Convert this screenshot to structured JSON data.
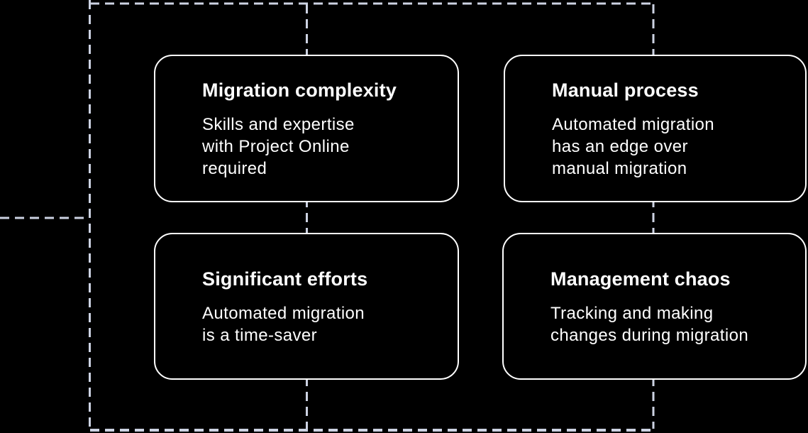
{
  "colors": {
    "bg": "#000000",
    "dash": "#ccd2e2",
    "card-border": "#ffffff",
    "card-text": "#ffffff"
  },
  "cards": [
    {
      "title": "Migration complexity",
      "body": "Skills and expertise\nwith Project Online\nrequired"
    },
    {
      "title": "Manual process",
      "body": "Automated migration\nhas an edge over\nmanual migration"
    },
    {
      "title": "Significant efforts",
      "body": "Automated migration\nis a time-saver"
    },
    {
      "title": "Management chaos",
      "body": "Tracking and making\nchanges during migration"
    }
  ]
}
